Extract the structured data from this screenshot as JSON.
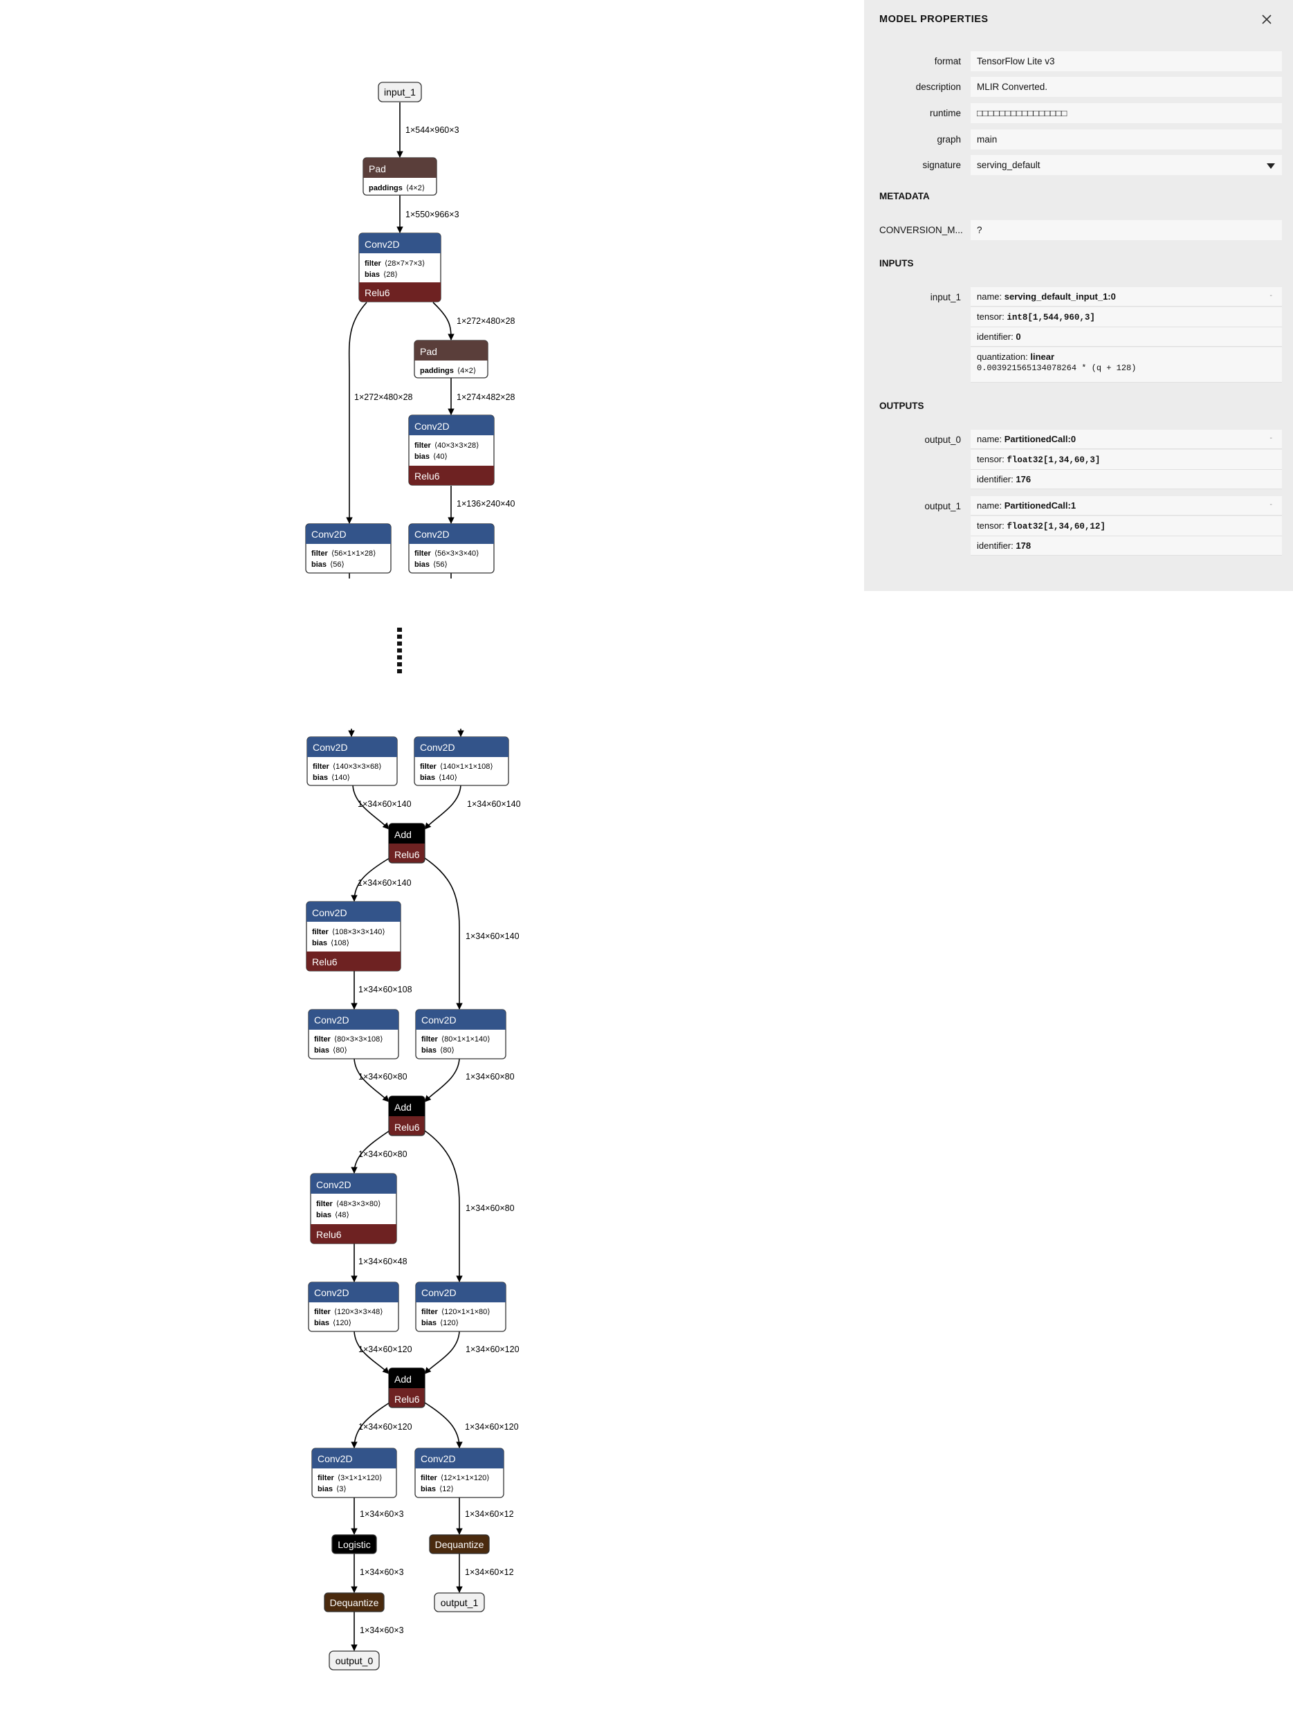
{
  "graph": {
    "edge_labels": {
      "e_in_pad": "1×544×960×3",
      "e_pad_conv": "1×550×966×3",
      "e_c1_pad2": "1×272×480×28",
      "e_c1_conv3": "1×272×480×28",
      "e_pad2_conv2": "1×274×482×28",
      "e_conv2_conv4": "1×136×240×40",
      "e_a1l": "1×34×60×140",
      "e_a1r": "1×34×60×140",
      "e_add1_c": "1×34×60×140",
      "e_add1_r": "1×34×60×140",
      "e_c108": "1×34×60×108",
      "e_a2l": "1×34×60×80",
      "e_a2r": "1×34×60×80",
      "e_add2_c": "1×34×60×80",
      "e_add2_r": "1×34×60×80",
      "e_c48": "1×34×60×48",
      "e_a3l": "1×34×60×120",
      "e_a3r": "1×34×60×120",
      "e_add3_l": "1×34×60×120",
      "e_add3_r": "1×34×60×120",
      "e_o3a": "1×34×60×3",
      "e_o12a": "1×34×60×12",
      "e_o3b": "1×34×60×3",
      "e_o12b": "1×34×60×12",
      "e_o3c": "1×34×60×3"
    },
    "nodes": {
      "input_1": {
        "label": "input_1"
      },
      "pad1": {
        "title": "Pad",
        "attrs": [
          {
            "k": "paddings",
            "v": "⟨4×2⟩"
          }
        ]
      },
      "conv1": {
        "title": "Conv2D",
        "attrs": [
          {
            "k": "filter",
            "v": "⟨28×7×7×3⟩"
          },
          {
            "k": "bias",
            "v": "⟨28⟩"
          }
        ],
        "act": "Relu6"
      },
      "pad2": {
        "title": "Pad",
        "attrs": [
          {
            "k": "paddings",
            "v": "⟨4×2⟩"
          }
        ]
      },
      "conv2": {
        "title": "Conv2D",
        "attrs": [
          {
            "k": "filter",
            "v": "⟨40×3×3×28⟩"
          },
          {
            "k": "bias",
            "v": "⟨40⟩"
          }
        ],
        "act": "Relu6"
      },
      "conv3": {
        "title": "Conv2D",
        "attrs": [
          {
            "k": "filter",
            "v": "⟨56×1×1×28⟩"
          },
          {
            "k": "bias",
            "v": "⟨56⟩"
          }
        ]
      },
      "conv4": {
        "title": "Conv2D",
        "attrs": [
          {
            "k": "filter",
            "v": "⟨56×3×3×40⟩"
          },
          {
            "k": "bias",
            "v": "⟨56⟩"
          }
        ]
      },
      "conv5": {
        "title": "Conv2D",
        "attrs": [
          {
            "k": "filter",
            "v": "⟨140×3×3×68⟩"
          },
          {
            "k": "bias",
            "v": "⟨140⟩"
          }
        ]
      },
      "conv6": {
        "title": "Conv2D",
        "attrs": [
          {
            "k": "filter",
            "v": "⟨140×1×1×108⟩"
          },
          {
            "k": "bias",
            "v": "⟨140⟩"
          }
        ]
      },
      "add1": {
        "title": "Add",
        "act": "Relu6"
      },
      "conv7": {
        "title": "Conv2D",
        "attrs": [
          {
            "k": "filter",
            "v": "⟨108×3×3×140⟩"
          },
          {
            "k": "bias",
            "v": "⟨108⟩"
          }
        ],
        "act": "Relu6"
      },
      "conv8": {
        "title": "Conv2D",
        "attrs": [
          {
            "k": "filter",
            "v": "⟨80×3×3×108⟩"
          },
          {
            "k": "bias",
            "v": "⟨80⟩"
          }
        ]
      },
      "conv9": {
        "title": "Conv2D",
        "attrs": [
          {
            "k": "filter",
            "v": "⟨80×1×1×140⟩"
          },
          {
            "k": "bias",
            "v": "⟨80⟩"
          }
        ]
      },
      "add2": {
        "title": "Add",
        "act": "Relu6"
      },
      "conv10": {
        "title": "Conv2D",
        "attrs": [
          {
            "k": "filter",
            "v": "⟨48×3×3×80⟩"
          },
          {
            "k": "bias",
            "v": "⟨48⟩"
          }
        ],
        "act": "Relu6"
      },
      "conv11": {
        "title": "Conv2D",
        "attrs": [
          {
            "k": "filter",
            "v": "⟨120×3×3×48⟩"
          },
          {
            "k": "bias",
            "v": "⟨120⟩"
          }
        ]
      },
      "conv12": {
        "title": "Conv2D",
        "attrs": [
          {
            "k": "filter",
            "v": "⟨120×1×1×80⟩"
          },
          {
            "k": "bias",
            "v": "⟨120⟩"
          }
        ]
      },
      "add3": {
        "title": "Add",
        "act": "Relu6"
      },
      "conv13": {
        "title": "Conv2D",
        "attrs": [
          {
            "k": "filter",
            "v": "⟨3×1×1×120⟩"
          },
          {
            "k": "bias",
            "v": "⟨3⟩"
          }
        ]
      },
      "conv14": {
        "title": "Conv2D",
        "attrs": [
          {
            "k": "filter",
            "v": "⟨12×1×1×120⟩"
          },
          {
            "k": "bias",
            "v": "⟨12⟩"
          }
        ]
      },
      "logistic": {
        "title": "Logistic"
      },
      "deq1": {
        "title": "Dequantize"
      },
      "deq2": {
        "title": "Dequantize"
      },
      "output_0": {
        "label": "output_0"
      },
      "output_1": {
        "label": "output_1"
      }
    },
    "colors": {
      "conv_header": "#33548a",
      "activation": "#6e2222",
      "pad_header": "#5a3e3a",
      "add": "#000000",
      "dequantize": "#4a2a0e",
      "logistic": "#000000"
    }
  },
  "sidebar": {
    "title": "MODEL PROPERTIES",
    "close_icon": "close-icon",
    "properties": {
      "format_label": "format",
      "format_value": "TensorFlow Lite v3",
      "description_label": "description",
      "description_value": "MLIR Converted.",
      "runtime_label": "runtime",
      "runtime_value": "□□□□□□□□□□□□□□□□",
      "graph_label": "graph",
      "graph_value": "main",
      "signature_label": "signature",
      "signature_value": "serving_default"
    },
    "metadata": {
      "heading": "METADATA",
      "key": "CONVERSION_M...",
      "value": "?"
    },
    "inputs": {
      "heading": "INPUTS",
      "name_label": "input_1",
      "name_key": "name:",
      "name_value": "serving_default_input_1:0",
      "tensor_key": "tensor:",
      "tensor_value": "int8[1,544,960,3]",
      "identifier_key": "identifier:",
      "identifier_value": "0",
      "quant_key": "quantization:",
      "quant_value": "linear",
      "quant_formula": "0.003921565134078264 * (q + 128)"
    },
    "outputs": {
      "heading": "OUTPUTS",
      "o0_label": "output_0",
      "o0_name_key": "name:",
      "o0_name_value": "PartitionedCall:0",
      "o0_tensor_key": "tensor:",
      "o0_tensor_value": "float32[1,34,60,3]",
      "o0_id_key": "identifier:",
      "o0_id_value": "176",
      "o1_label": "output_1",
      "o1_name_key": "name:",
      "o1_name_value": "PartitionedCall:1",
      "o1_tensor_key": "tensor:",
      "o1_tensor_value": "float32[1,34,60,12]",
      "o1_id_key": "identifier:",
      "o1_id_value": "178"
    },
    "expander_glyph": "-"
  }
}
